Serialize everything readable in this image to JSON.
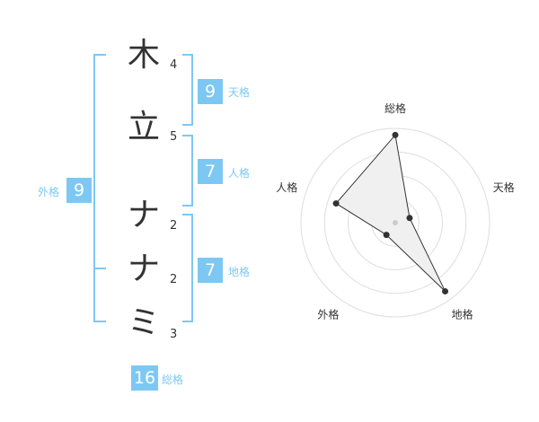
{
  "characters": [
    {
      "char": "木",
      "strokes": "4"
    },
    {
      "char": "立",
      "strokes": "5"
    },
    {
      "char": "ナ",
      "strokes": "2"
    },
    {
      "char": "ナ",
      "strokes": "2"
    },
    {
      "char": "ミ",
      "strokes": "3"
    }
  ],
  "fortunes": {
    "tenkaku": {
      "label": "天格",
      "value": "9"
    },
    "jinkaku": {
      "label": "人格",
      "value": "7"
    },
    "chikaku": {
      "label": "地格",
      "value": "7"
    },
    "gaikaku": {
      "label": "外格",
      "value": "9"
    },
    "soukaku": {
      "label": "総格",
      "value": "16"
    }
  },
  "colors": {
    "accent": "#7dc8f3",
    "text": "#333333",
    "grid": "#dddddd"
  },
  "chart_data": {
    "type": "radar",
    "axes": [
      "総格",
      "天格",
      "地格",
      "外格",
      "人格"
    ],
    "values": [
      0.93,
      0.16,
      0.9,
      0.16,
      0.66
    ],
    "max": 1,
    "rings": 4
  }
}
